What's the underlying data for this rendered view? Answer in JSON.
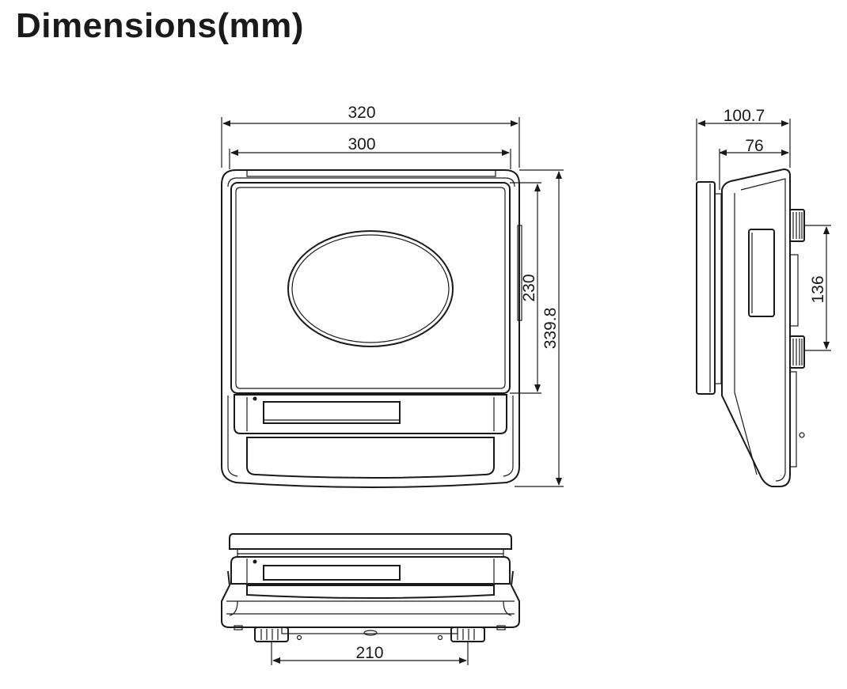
{
  "title": "Dimensions(mm)",
  "dimensions": {
    "top_width_outer": "320",
    "top_width_inner": "300",
    "pan_depth": "230",
    "total_depth": "339.8",
    "side_width_total": "100.7",
    "side_width_body": "76",
    "foot_spacing_side": "136",
    "foot_spacing_front": "210"
  }
}
